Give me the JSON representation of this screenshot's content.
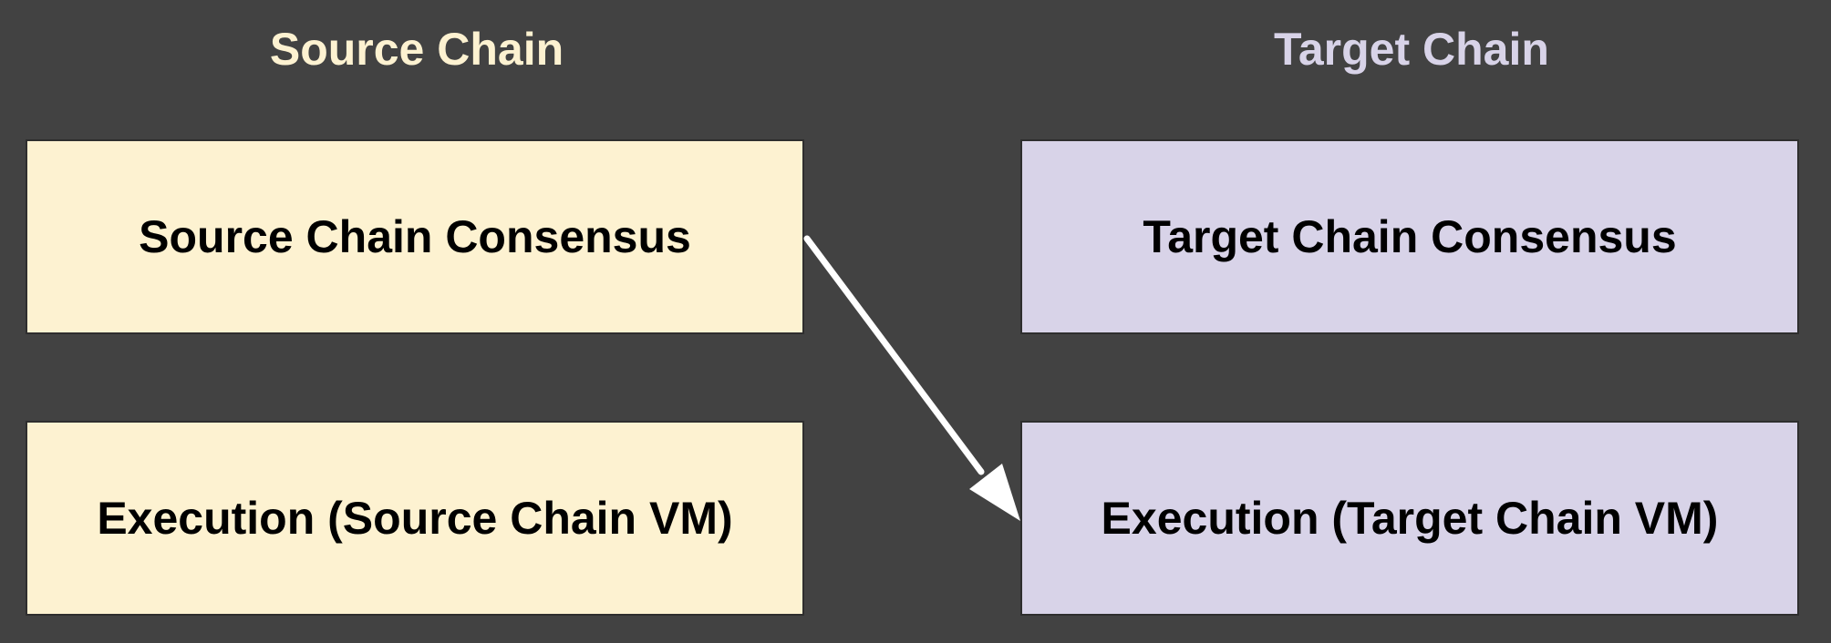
{
  "source": {
    "title": "Source Chain",
    "color": "#fdf2d1",
    "consensus_label": "Source Chain Consensus",
    "execution_label": "Execution (Source Chain VM)"
  },
  "target": {
    "title": "Target Chain",
    "color": "#d8d3e8",
    "consensus_label": "Target Chain Consensus",
    "execution_label": "Execution (Target Chain VM)"
  },
  "background": "#424242",
  "arrow": {
    "from": "Source Chain Consensus",
    "to": "Execution (Target Chain VM)",
    "color": "#ffffff"
  }
}
